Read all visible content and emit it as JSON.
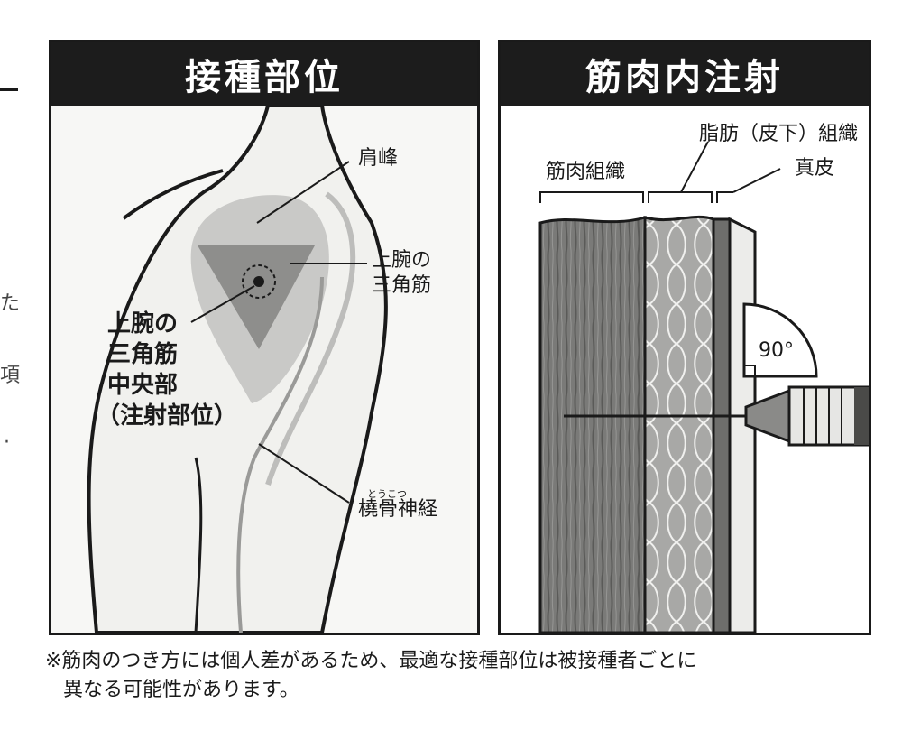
{
  "left_panel": {
    "title": "接種部位",
    "label_acromion": "肩峰",
    "label_deltoid_line1": "上腕の",
    "label_deltoid_line2": "三角筋",
    "label_site_lines": [
      "上腕の",
      "三角筋",
      "中央部",
      "（注射部位）"
    ],
    "label_nerve_ruby": "とうこつ",
    "label_nerve": "橈骨神経"
  },
  "right_panel": {
    "title": "筋肉内注射",
    "label_fat": "脂肪（皮下）組織",
    "label_muscle": "筋肉組織",
    "label_dermis": "真皮",
    "angle": "90°"
  },
  "footnote": {
    "line1": "※筋肉のつき方には個人差があるため、最適な接種部位は被接種者ごとに",
    "line2": "異なる可能性があります。"
  },
  "edge_text": [
    "た",
    "項",
    "·"
  ]
}
